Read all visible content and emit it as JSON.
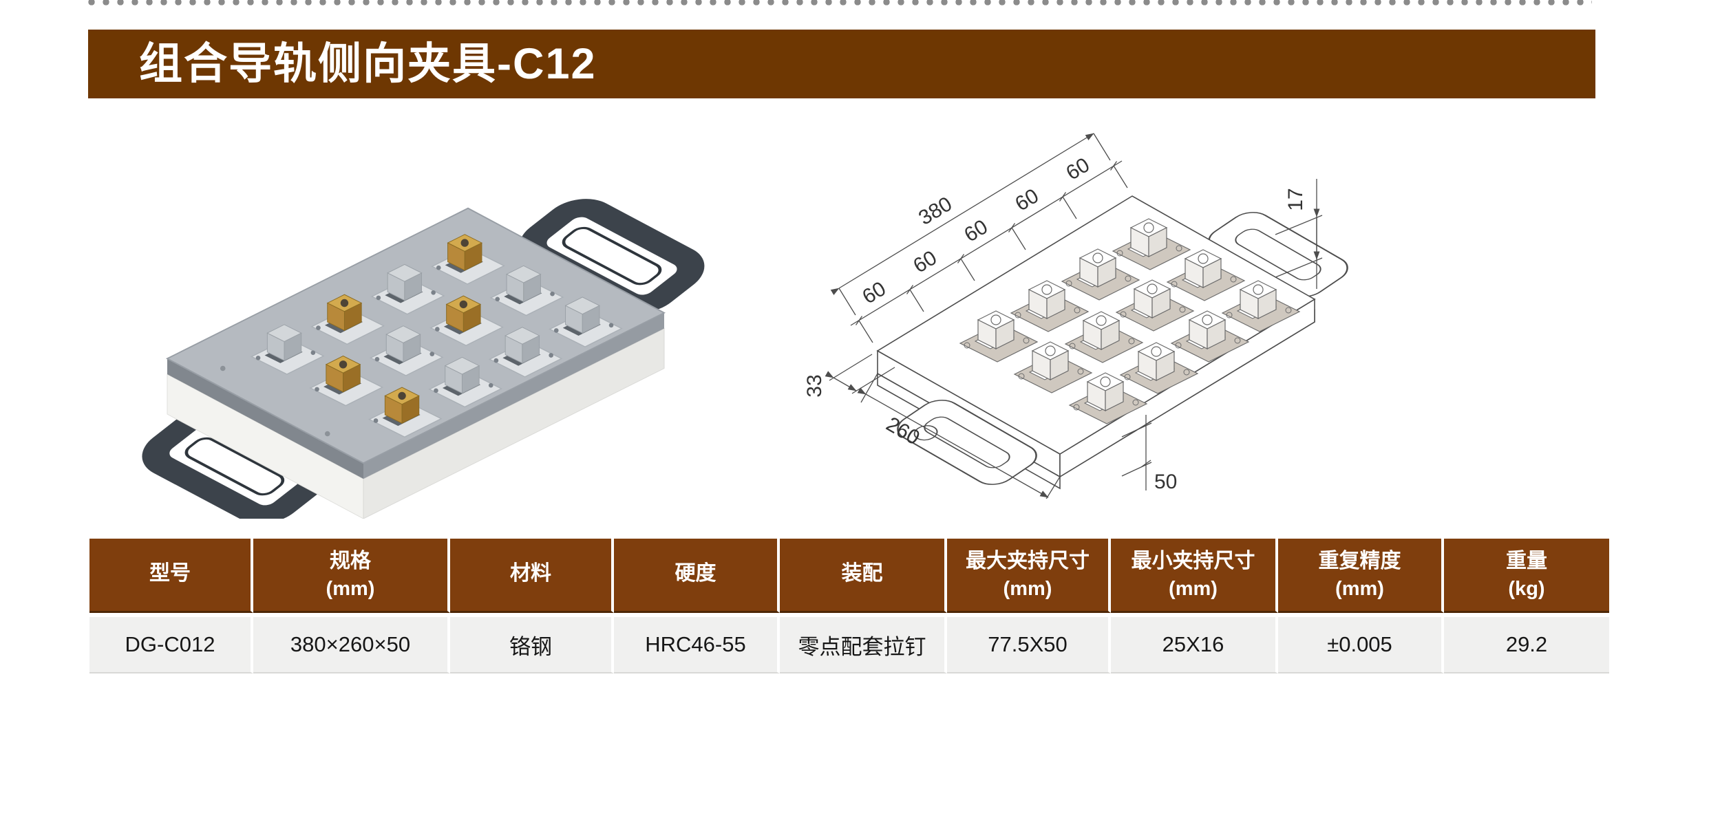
{
  "page": {
    "title": "组合导轨侧向夹具-C12"
  },
  "colors": {
    "title_bar_bg": "#6E3702",
    "table_header_bg": "#7F3E0D",
    "table_header_text": "#FFFFFF",
    "table_row_bg": "#F0F0EF",
    "dot_color": "#8B8B8B"
  },
  "drawing_dimensions": {
    "length_total": "380",
    "pitch": [
      "60",
      "60",
      "60",
      "60",
      "60"
    ],
    "edge_offset": "33",
    "clamp_height": "17",
    "width_total": "260",
    "thickness": "50"
  },
  "table": {
    "headers": [
      {
        "line1": "型号",
        "line2": ""
      },
      {
        "line1": "规格",
        "line2": "(mm)"
      },
      {
        "line1": "材料",
        "line2": ""
      },
      {
        "line1": "硬度",
        "line2": ""
      },
      {
        "line1": "装配",
        "line2": ""
      },
      {
        "line1": "最大夹持尺寸",
        "line2": "(mm)"
      },
      {
        "line1": "最小夹持尺寸",
        "line2": "(mm)"
      },
      {
        "line1": "重复精度",
        "line2": "(mm)"
      },
      {
        "line1": "重量",
        "line2": "(kg)"
      }
    ],
    "row": [
      "DG-C012",
      "380×260×50",
      "铬钢",
      "HRC46-55",
      "零点配套拉钉",
      "77.5X50",
      "25X16",
      "±0.005",
      "29.2"
    ]
  }
}
